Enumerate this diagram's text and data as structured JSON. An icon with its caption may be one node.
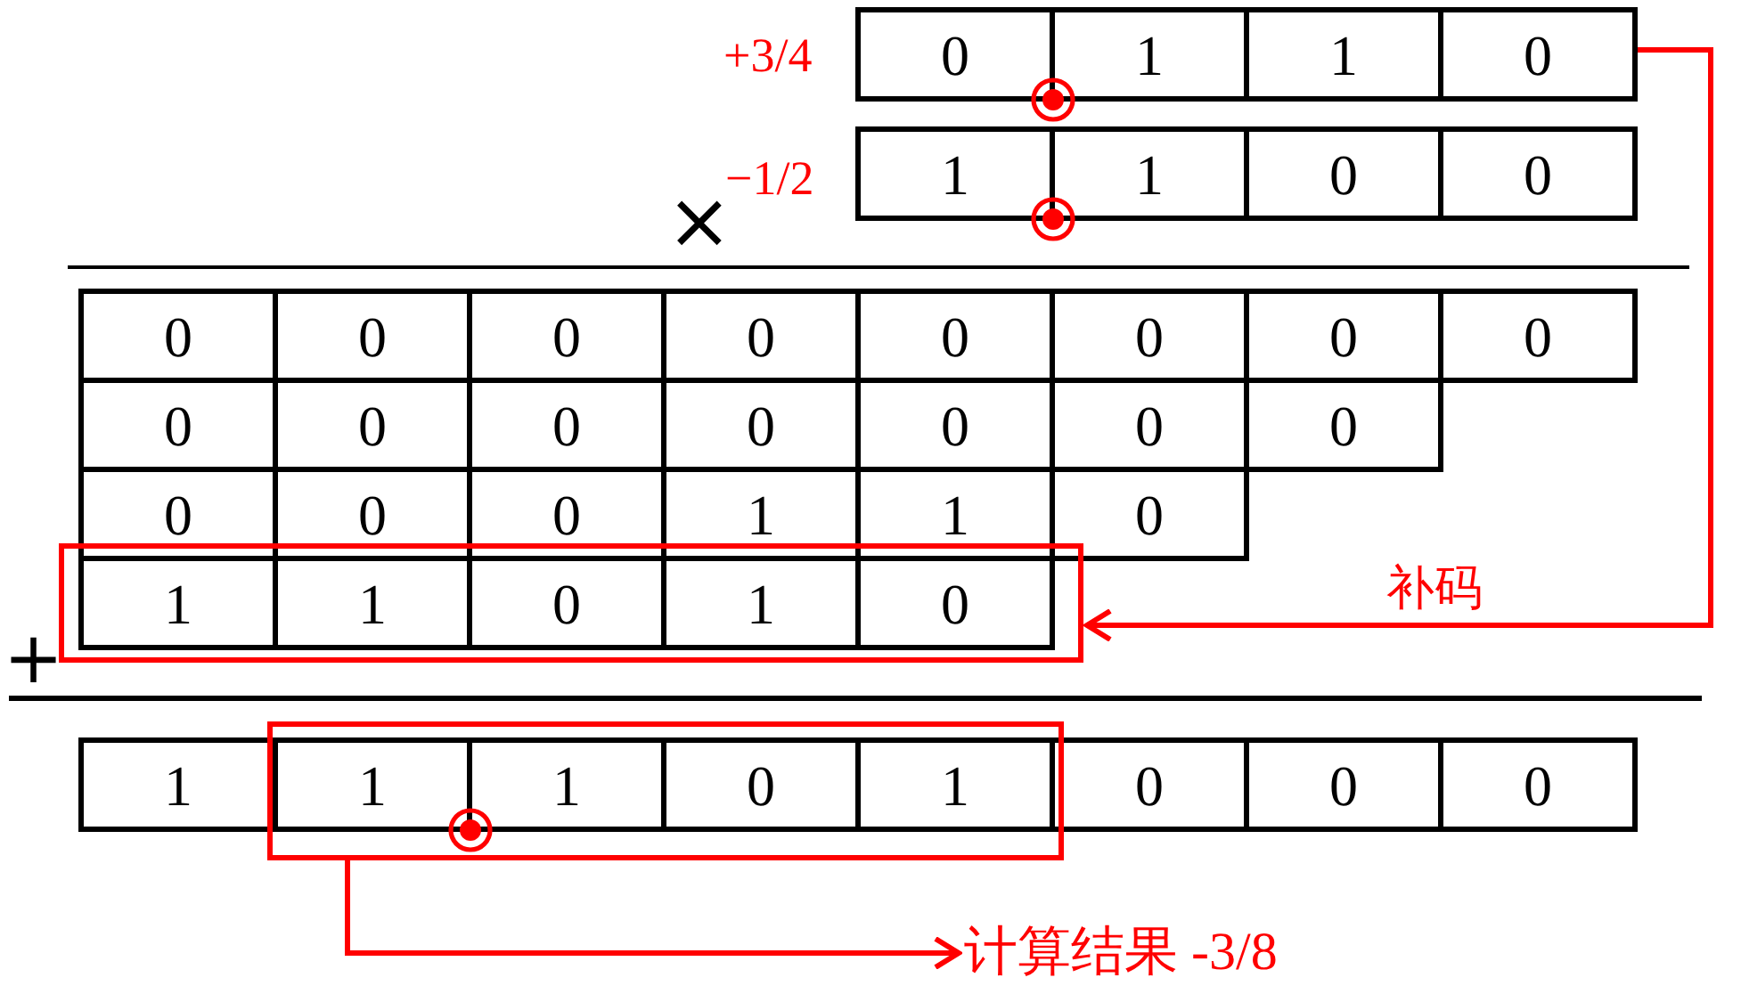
{
  "diagram": {
    "nodes": [
      {
        "text": [
          "0",
          "1",
          "1",
          "0"
        ],
        "beside": [
          "+3/4"
        ]
      },
      {
        "text": [
          "1",
          "1",
          "0",
          "0"
        ],
        "beside": [
          "−1/2"
        ]
      },
      {
        "text": [
          "0",
          "0",
          "0",
          "0",
          "0",
          "0",
          "0",
          "0"
        ]
      },
      {
        "text": [
          "0",
          "0",
          "0",
          "0",
          "0",
          "0",
          "0"
        ]
      },
      {
        "text": [
          "0",
          "0",
          "0",
          "1",
          "1",
          "0"
        ]
      },
      {
        "text": [],
        "shape": "box"
      },
      {
        "text": [
          "1",
          "1",
          "0",
          "1",
          "0"
        ],
        "in": 5
      },
      {
        "text": [
          "1"
        ]
      },
      {
        "text": [],
        "shape": "box"
      },
      {
        "text": [
          "1",
          "1",
          "0",
          "1"
        ],
        "in": 8
      },
      {
        "text": [
          "0",
          "0",
          "0"
        ]
      },
      {
        "text": [
          "计算结果 -3/8"
        ]
      }
    ],
    "edges": [
      {
        "from": 0,
        "to": 5,
        "arrow": "to",
        "label": "补码"
      },
      {
        "from": 8,
        "to": 11,
        "arrow": "to"
      }
    ],
    "labels": [
      "×",
      "+"
    ]
  }
}
